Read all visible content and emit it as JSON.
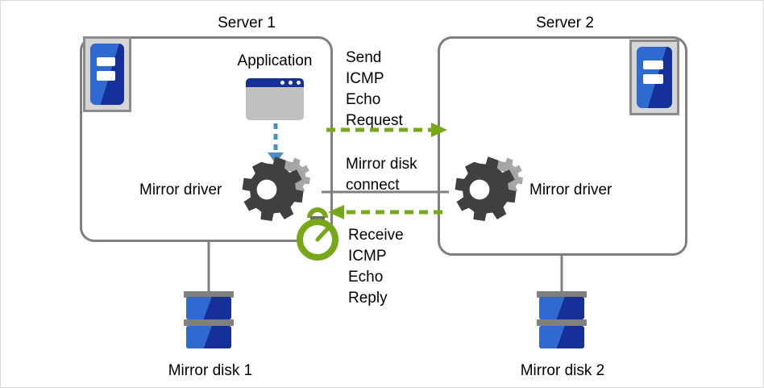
{
  "diagram": {
    "title_server1": "Server 1",
    "title_server2": "Server 2",
    "application_label": "Application",
    "mirror_driver_left": "Mirror driver",
    "mirror_driver_right": "Mirror driver",
    "mirror_disk_1": "Mirror disk 1",
    "mirror_disk_2": "Mirror disk 2",
    "send_request_label": "Send\nICMP\nEcho\nRequest",
    "mirror_disk_connect_label": "Mirror disk\nconnect",
    "receive_reply_label": "Receive\nICMP\nEcho\nReply",
    "icons": {
      "server_left": "server-icon",
      "server_right": "server-icon",
      "application": "application-window-icon",
      "gears_left": "gears-icon",
      "gears_right": "gears-icon",
      "stopwatch": "stopwatch-icon",
      "disk_left": "mirror-disk-icon",
      "disk_right": "mirror-disk-icon",
      "arrow_down": "dashed-down-arrow-icon",
      "arrow_right": "dashed-right-arrow-icon",
      "arrow_left": "dashed-left-arrow-icon"
    },
    "colors": {
      "box_border": "#7f7f7f",
      "arrow_green": "#76a81a",
      "accent_blue": "#16309a",
      "light_blue": "#2f6ad0",
      "gear_dark": "#404040",
      "gear_light": "#a6a6a6",
      "dashed_blue": "#4a90c4",
      "plate_grey": "#808080",
      "text": "#000000"
    }
  }
}
